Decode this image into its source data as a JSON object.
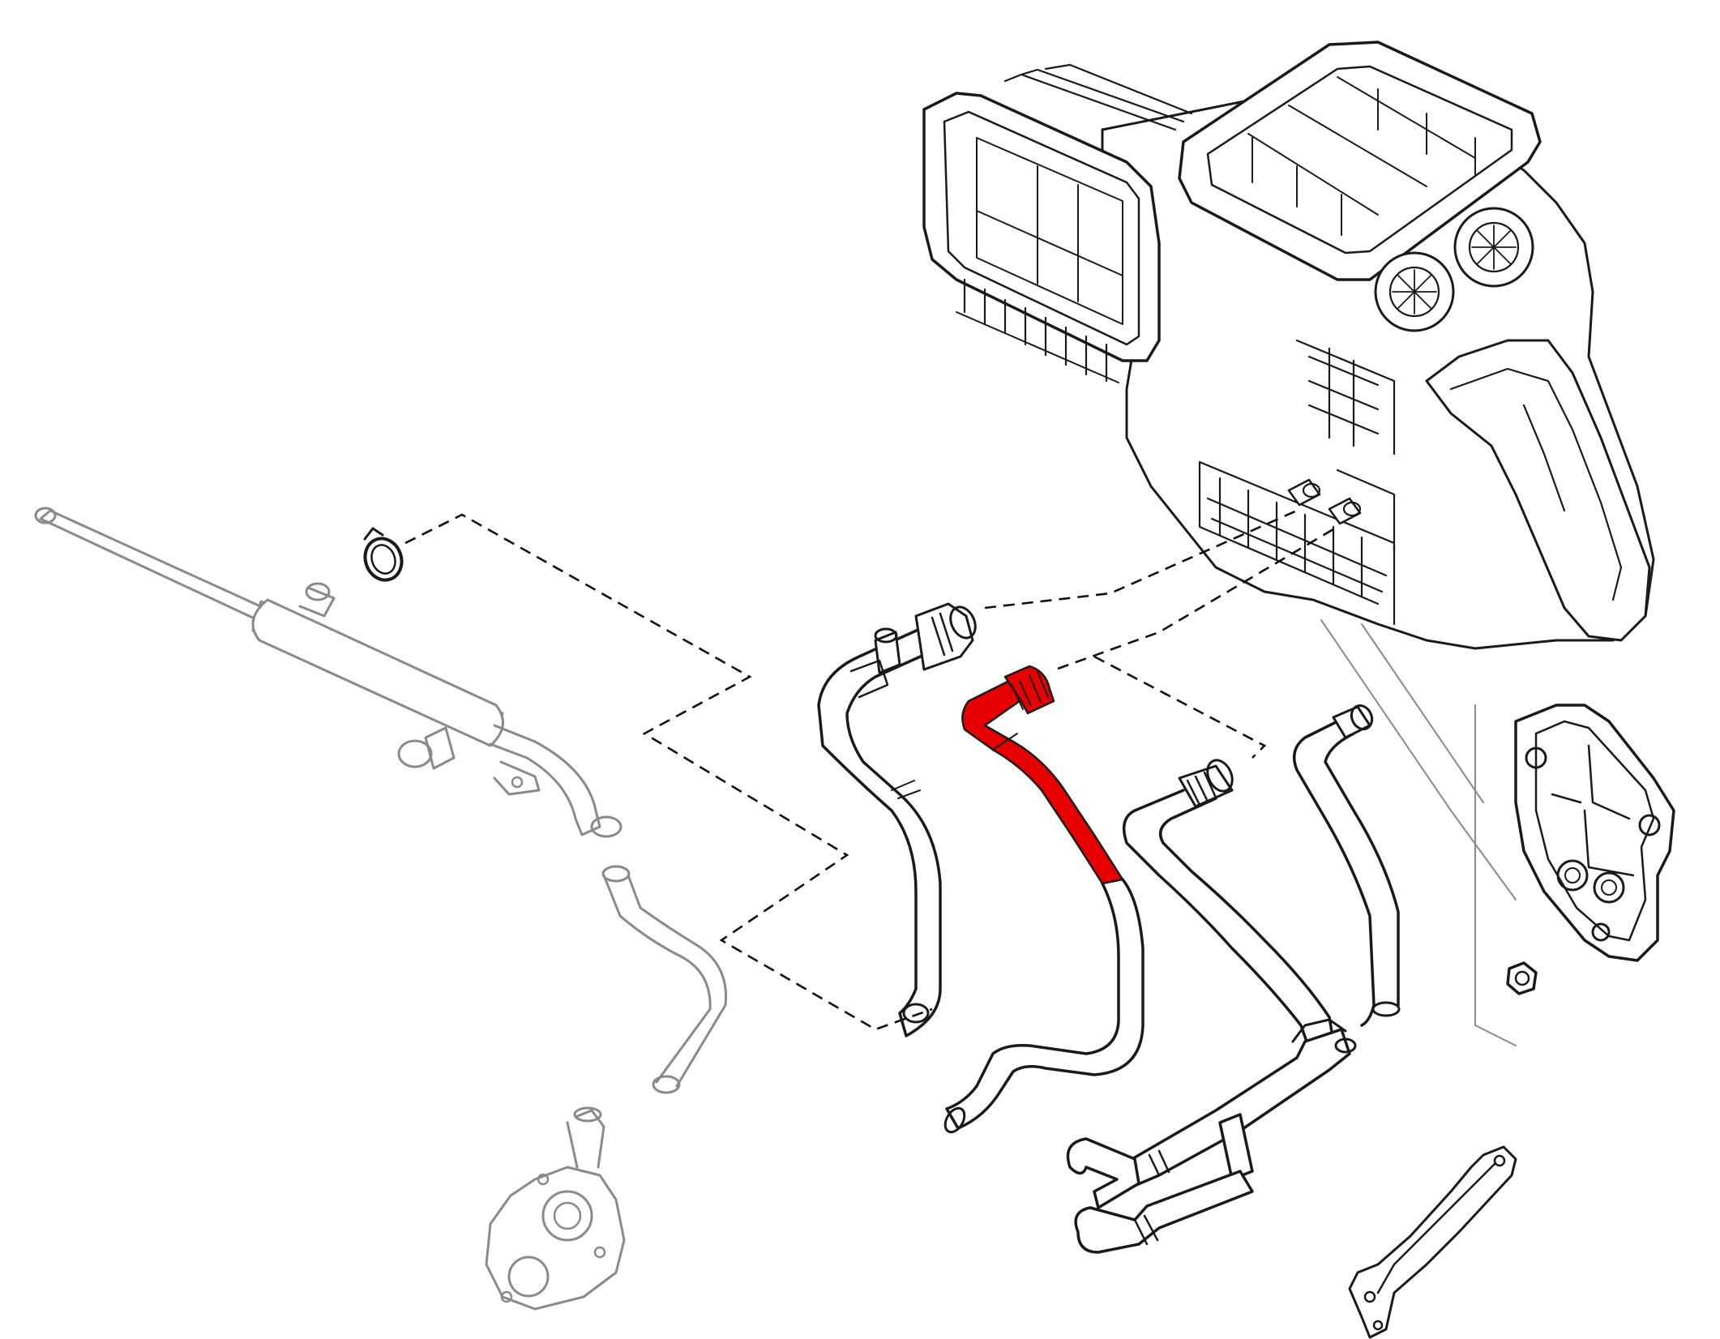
{
  "diagram": {
    "type": "exploded-parts-diagram",
    "highlight_color": "#e60000",
    "line_color": "#1a1a1a",
    "faint_line_color": "#8a8a8a",
    "background": "#ffffff",
    "parts": [
      {
        "name": "heater-housing",
        "highlighted": false
      },
      {
        "name": "coolant-pipe-assembly",
        "highlighted": false
      },
      {
        "name": "hose-clamp",
        "highlighted": false
      },
      {
        "name": "short-coolant-hose",
        "highlighted": false
      },
      {
        "name": "water-pump",
        "highlighted": false
      },
      {
        "name": "heater-hose-with-bleeder",
        "highlighted": false
      },
      {
        "name": "heater-hose",
        "highlighted": true
      },
      {
        "name": "heater-hose-return",
        "highlighted": false
      },
      {
        "name": "small-coolant-hose",
        "highlighted": false
      },
      {
        "name": "coolant-valve-pipe-assembly",
        "highlighted": false
      },
      {
        "name": "gasket-plate",
        "highlighted": false
      },
      {
        "name": "hex-nut",
        "highlighted": false
      },
      {
        "name": "mounting-bracket",
        "highlighted": false
      }
    ]
  }
}
